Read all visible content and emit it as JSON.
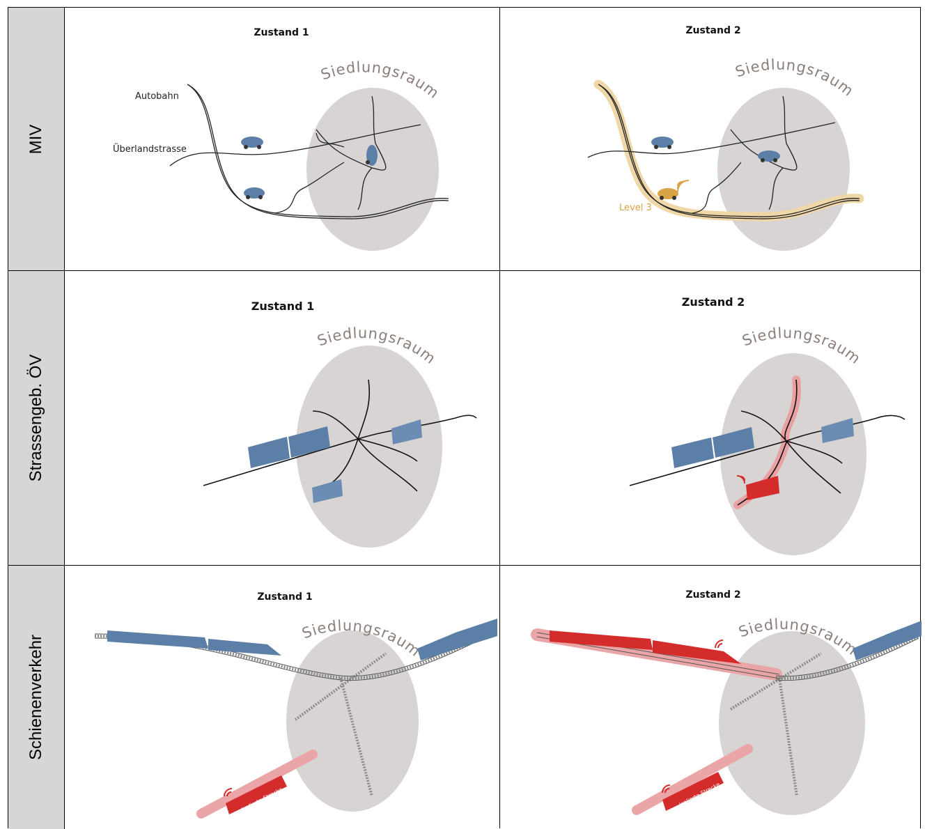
{
  "rows": [
    {
      "label": "MIV"
    },
    {
      "label": "Strassengeb. ÖV"
    },
    {
      "label": "Schienenverkehr"
    }
  ],
  "cells": {
    "miv_z1": {
      "title": "Zustand 1",
      "area": "Siedlungsraum",
      "road_labels": [
        "Autobahn",
        "Überlandstrasse"
      ]
    },
    "miv_z2": {
      "title": "Zustand 2",
      "area": "Siedlungsraum",
      "highlight_label": "Level 3"
    },
    "oev_z1": {
      "title": "Zustand 1",
      "area": "Siedlungsraum"
    },
    "oev_z2": {
      "title": "Zustand 2",
      "area": "Siedlungsraum"
    },
    "rail_z1": {
      "title": "Zustand 1",
      "area": "Siedlungsraum",
      "track_label": "Isolierte Strecke"
    },
    "rail_z2": {
      "title": "Zustand 2",
      "area": "Siedlungsraum",
      "track_label": "Isolierte Strecke"
    }
  },
  "colors": {
    "area_fill": "#d8d4d3",
    "area_text": "#8a7f7a",
    "header_bg": "#d6d6d6",
    "level3_highlight": "#f0d7a8",
    "automated_red": "#d42b2b",
    "red_highlight": "#e8a0a0",
    "vehicle_blue": "#5b7fa6"
  }
}
